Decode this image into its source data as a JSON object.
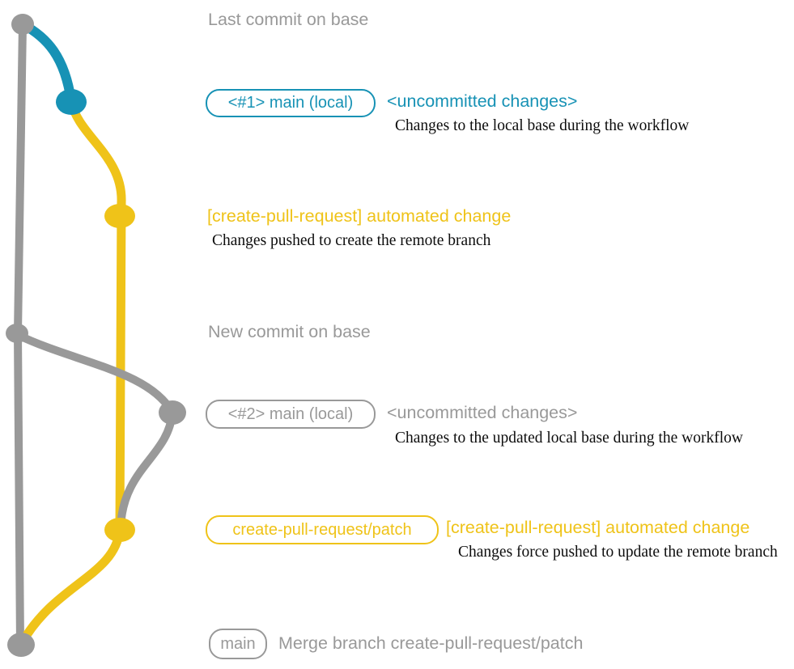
{
  "colors": {
    "gray": "#999999",
    "blue": "#1792B5",
    "yellow": "#EFC319",
    "text_dark": "#0d0d0d"
  },
  "graph": {
    "branches": [
      {
        "name": "base",
        "color": "#999999"
      },
      {
        "name": "main (local)",
        "color": "#1792B5"
      },
      {
        "name": "create-pull-request/patch",
        "color": "#EFC319"
      }
    ],
    "nodes": [
      {
        "id": "last-commit-on-base",
        "color": "#999999"
      },
      {
        "id": "main-local-1-uncommitted",
        "color": "#1792B5"
      },
      {
        "id": "automated-change-1",
        "color": "#EFC319"
      },
      {
        "id": "new-commit-on-base",
        "color": "#999999"
      },
      {
        "id": "main-local-2-uncommitted",
        "color": "#999999"
      },
      {
        "id": "automated-change-2",
        "color": "#EFC319"
      },
      {
        "id": "merge-commit",
        "color": "#999999"
      }
    ]
  },
  "labels": {
    "last_commit": "Last commit on base",
    "new_commit": "New commit on base"
  },
  "rows": {
    "r1": {
      "badge": "<#1> main (local)",
      "title": "<uncommitted changes>",
      "desc": "Changes to the local base during the workflow"
    },
    "r2": {
      "title": "[create-pull-request] automated change",
      "desc": "Changes pushed to create the remote branch"
    },
    "r3": {
      "badge": "<#2> main (local)",
      "title": "<uncommitted changes>",
      "desc": "Changes to the updated local base during the workflow"
    },
    "r4": {
      "badge": "create-pull-request/patch",
      "title": "[create-pull-request] automated change",
      "desc": "Changes force pushed to update the remote branch"
    },
    "r5": {
      "badge": "main",
      "title": "Merge branch create-pull-request/patch"
    }
  }
}
